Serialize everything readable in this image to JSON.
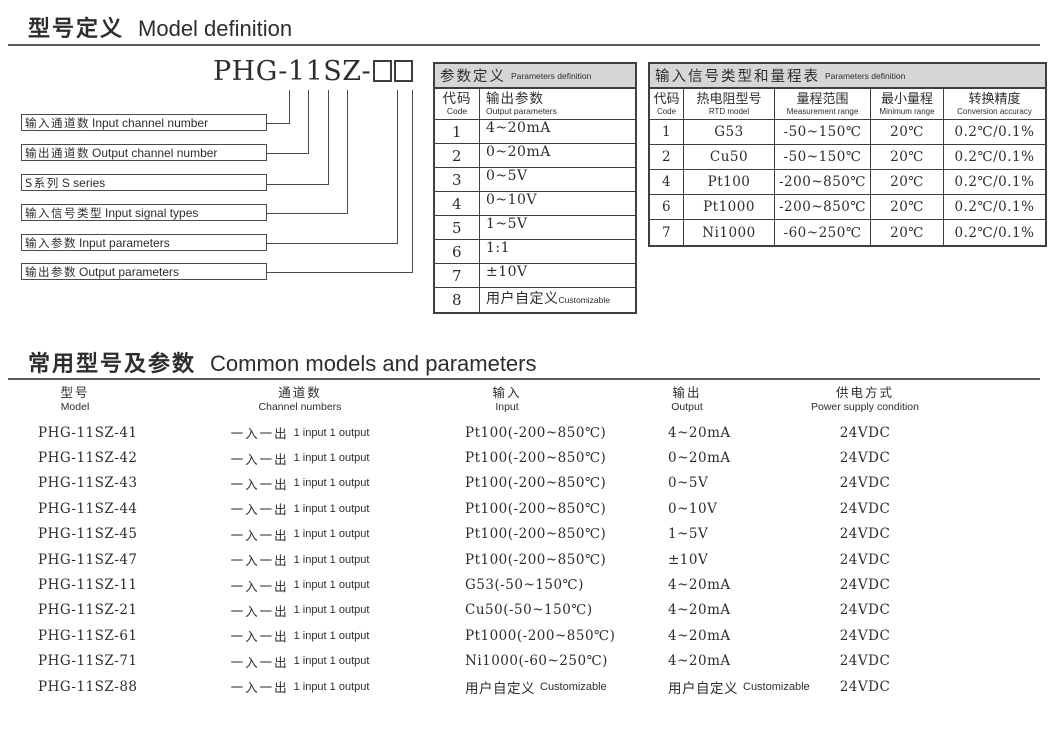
{
  "section1": {
    "title_zh": "型号定义",
    "title_en": "Model definition"
  },
  "diagram": {
    "model_prefix": "PHG-11SZ-",
    "labels": [
      {
        "zh": "输入通道数",
        "en": "Input channel number"
      },
      {
        "zh": "输出通道数",
        "en": "Output channel number"
      },
      {
        "zh": "S系列",
        "en": "S series"
      },
      {
        "zh": "输入信号类型",
        "en": "Input signal types"
      },
      {
        "zh": "输入参数",
        "en": "Input parameters"
      },
      {
        "zh": "输出参数",
        "en": "Output parameters"
      }
    ]
  },
  "params_table": {
    "title_zh": "参数定义",
    "title_en": "Parameters definition",
    "col_code_zh": "代码",
    "col_code_en": "Code",
    "col_value_zh": "输出参数",
    "col_value_en": "Output parameters",
    "rows": [
      {
        "code": "1",
        "value": "4~20mA",
        "value_en": ""
      },
      {
        "code": "2",
        "value": "0~20mA",
        "value_en": ""
      },
      {
        "code": "3",
        "value": "0~5V",
        "value_en": ""
      },
      {
        "code": "4",
        "value": "0~10V",
        "value_en": ""
      },
      {
        "code": "5",
        "value": "1~5V",
        "value_en": ""
      },
      {
        "code": "6",
        "value": "1:1",
        "value_en": ""
      },
      {
        "code": "7",
        "value": "±10V",
        "value_en": ""
      },
      {
        "code": "8",
        "value": "用户自定义",
        "value_en": "Customizable"
      }
    ]
  },
  "signal_table": {
    "title_zh": "输入信号类型和量程表",
    "title_en": "Parameters definition",
    "cols": {
      "code_zh": "代码",
      "code_en": "Code",
      "model_zh": "热电阻型号",
      "model_en": "RTD model",
      "range_zh": "量程范围",
      "range_en": "Measurement range",
      "min_zh": "最小量程",
      "min_en": "Minimum range",
      "acc_zh": "转换精度",
      "acc_en": "Conversion accuracy"
    },
    "rows": [
      {
        "code": "1",
        "model": "G53",
        "range": "-50~150℃",
        "min": "20℃",
        "acc": "0.2℃/0.1%"
      },
      {
        "code": "2",
        "model": "Cu50",
        "range": "-50~150℃",
        "min": "20℃",
        "acc": "0.2℃/0.1%"
      },
      {
        "code": "4",
        "model": "Pt100",
        "range": "-200~850℃",
        "min": "20℃",
        "acc": "0.2℃/0.1%"
      },
      {
        "code": "6",
        "model": "Pt1000",
        "range": "-200~850℃",
        "min": "20℃",
        "acc": "0.2℃/0.1%"
      },
      {
        "code": "7",
        "model": "Ni1000",
        "range": "-60~250℃",
        "min": "20℃",
        "acc": "0.2℃/0.1%"
      }
    ]
  },
  "section2": {
    "title_zh": "常用型号及参数",
    "title_en": "Common models and parameters"
  },
  "models_table": {
    "cols": {
      "model_zh": "型号",
      "model_en": "Model",
      "channel_zh": "通道数",
      "channel_en": "Channel numbers",
      "input_zh": "输入",
      "input_en": "Input",
      "output_zh": "输出",
      "output_en": "Output",
      "power_zh": "供电方式",
      "power_en": "Power supply condition"
    },
    "rows": [
      {
        "model": "PHG-11SZ-41",
        "channel_zh": "一入一出",
        "channel_en": "1 input 1 output",
        "input": "Pt100(-200~850℃)",
        "input_en": "",
        "output": "4~20mA",
        "output_en": "",
        "power": "24VDC"
      },
      {
        "model": "PHG-11SZ-42",
        "channel_zh": "一入一出",
        "channel_en": "1 input 1 output",
        "input": "Pt100(-200~850℃)",
        "input_en": "",
        "output": "0~20mA",
        "output_en": "",
        "power": "24VDC"
      },
      {
        "model": "PHG-11SZ-43",
        "channel_zh": "一入一出",
        "channel_en": "1 input 1 output",
        "input": "Pt100(-200~850℃)",
        "input_en": "",
        "output": "0~5V",
        "output_en": "",
        "power": "24VDC"
      },
      {
        "model": "PHG-11SZ-44",
        "channel_zh": "一入一出",
        "channel_en": "1 input 1 output",
        "input": "Pt100(-200~850℃)",
        "input_en": "",
        "output": "0~10V",
        "output_en": "",
        "power": "24VDC"
      },
      {
        "model": "PHG-11SZ-45",
        "channel_zh": "一入一出",
        "channel_en": "1 input 1 output",
        "input": "Pt100(-200~850℃)",
        "input_en": "",
        "output": "1~5V",
        "output_en": "",
        "power": "24VDC"
      },
      {
        "model": "PHG-11SZ-47",
        "channel_zh": "一入一出",
        "channel_en": "1 input 1 output",
        "input": "Pt100(-200~850℃)",
        "input_en": "",
        "output": "±10V",
        "output_en": "",
        "power": "24VDC"
      },
      {
        "model": "PHG-11SZ-11",
        "channel_zh": "一入一出",
        "channel_en": "1 input 1 output",
        "input": "G53(-50~150℃)",
        "input_en": "",
        "output": "4~20mA",
        "output_en": "",
        "power": "24VDC"
      },
      {
        "model": "PHG-11SZ-21",
        "channel_zh": "一入一出",
        "channel_en": "1 input 1 output",
        "input": "Cu50(-50~150℃)",
        "input_en": "",
        "output": "4~20mA",
        "output_en": "",
        "power": "24VDC"
      },
      {
        "model": "PHG-11SZ-61",
        "channel_zh": "一入一出",
        "channel_en": "1 input 1 output",
        "input": "Pt1000(-200~850℃)",
        "input_en": "",
        "output": "4~20mA",
        "output_en": "",
        "power": "24VDC"
      },
      {
        "model": "PHG-11SZ-71",
        "channel_zh": "一入一出",
        "channel_en": "1 input 1 output",
        "input": "Ni1000(-60~250℃)",
        "input_en": "",
        "output": "4~20mA",
        "output_en": "",
        "power": "24VDC"
      },
      {
        "model": "PHG-11SZ-88",
        "channel_zh": "一入一出",
        "channel_en": "1 input 1 output",
        "input": "用户自定义",
        "input_en": "Customizable",
        "output": "用户自定义",
        "output_en": "Customizable",
        "power": "24VDC"
      }
    ]
  }
}
